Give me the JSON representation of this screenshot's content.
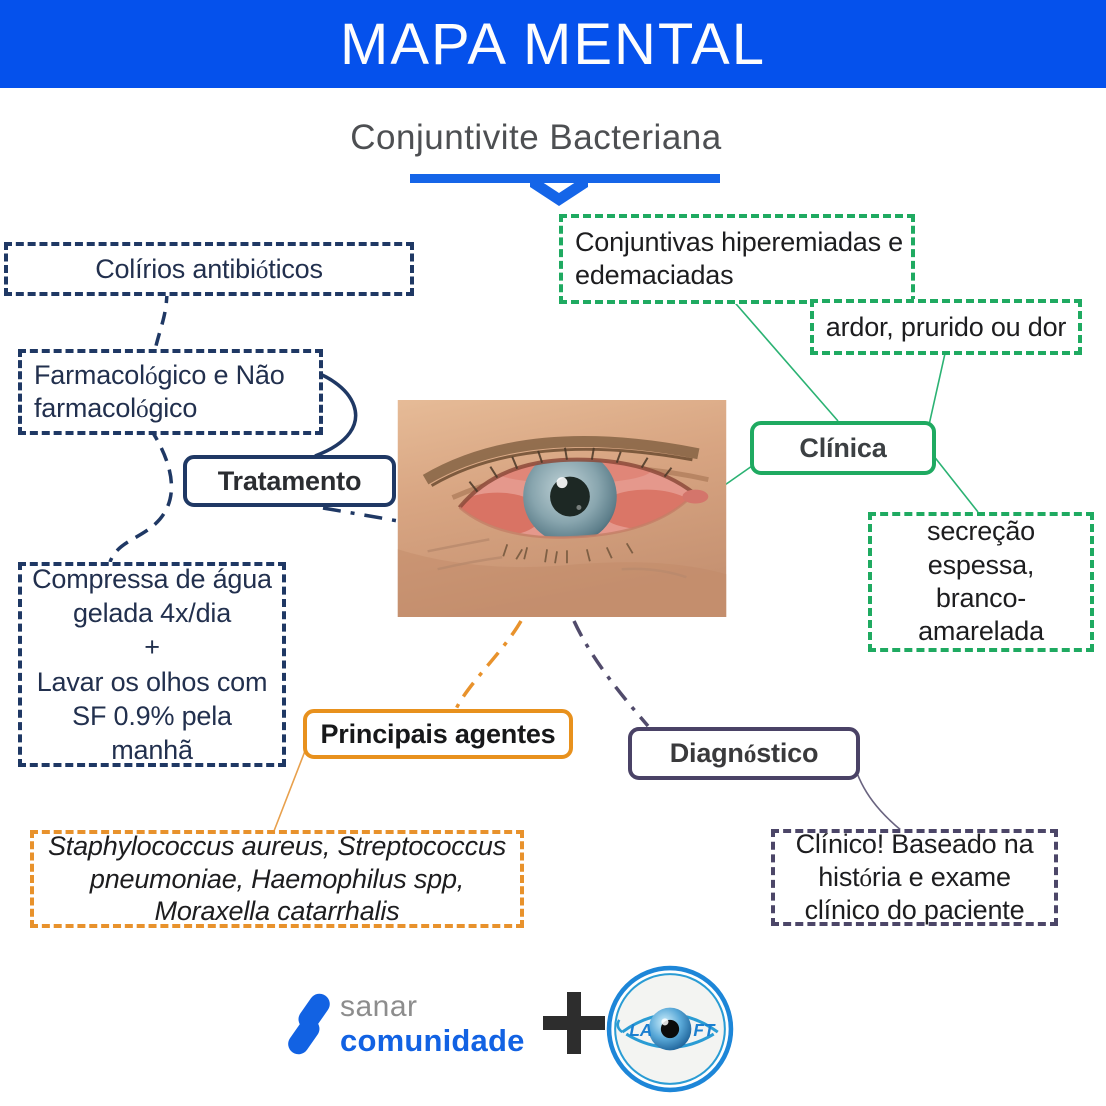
{
  "header": {
    "title": "MAPA MENTAL",
    "bg_color": "#0551ec"
  },
  "map": {
    "title": "Conjuntivite Bacteriana",
    "underline_color": "#1565e8",
    "colors": {
      "navy": "#1f3864",
      "green": "#1faa61",
      "orange": "#e8911d",
      "purple": "#4a4266"
    },
    "nodes": {
      "tratamento": {
        "label": "Tratamento"
      },
      "clinica": {
        "label": "Clínica"
      },
      "principais_agentes": {
        "label": "Principais agentes"
      },
      "diagnostico": {
        "label": "Diagnóstico"
      }
    },
    "leaves": {
      "colirios": {
        "text": "Colírios antibióticos"
      },
      "farmacologico": {
        "text": "Farmacológico e Não farmacológico"
      },
      "compressa": {
        "text": "Compressa de água gelada 4x/dia\n+\nLavar os olhos com SF 0.9% pela manhã"
      },
      "conjuntivas": {
        "text": "Conjuntivas hiperemiadas e edemaciadas"
      },
      "ardor": {
        "text": "ardor, prurido ou dor"
      },
      "secrecao": {
        "text": "secreção espessa, branco-amarelada"
      },
      "agentes_lista": {
        "text": "Staphylococcus aureus, Streptococcus pneumoniae, Haemophilus spp, Moraxella catarrhalis"
      },
      "clinico_baseado": {
        "text": "Clínico! Baseado na história e exame clínico do paciente"
      }
    }
  },
  "footer": {
    "sanar_top": "sanar",
    "sanar_bottom": "comunidade",
    "plus": "+",
    "laoft_left": "LA",
    "laoft_right": "FT",
    "sanar_blue": "#1262e3",
    "laoft_blue": "#1d86d8"
  }
}
